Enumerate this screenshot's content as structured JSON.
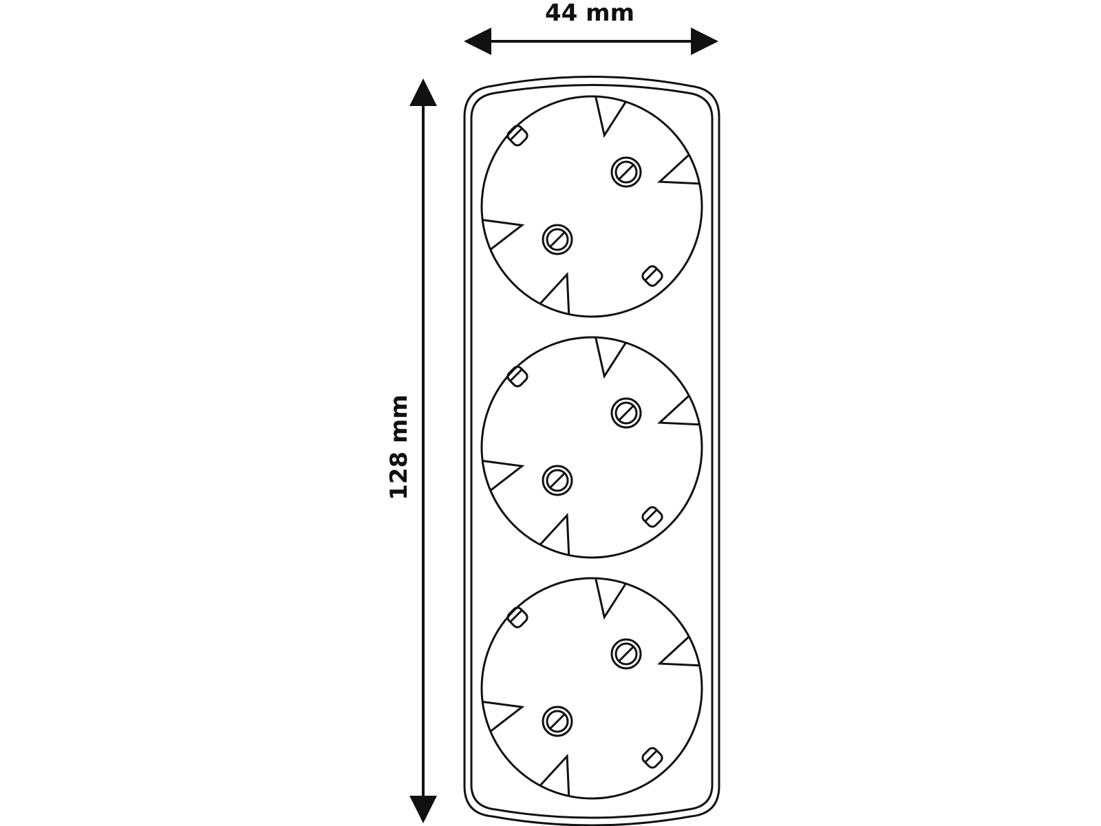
{
  "dimensions": {
    "width_label": "44 mm",
    "height_label": "128 mm"
  },
  "outlet_count": 3,
  "colors": {
    "line": "#111111",
    "background": "#ffffff"
  }
}
